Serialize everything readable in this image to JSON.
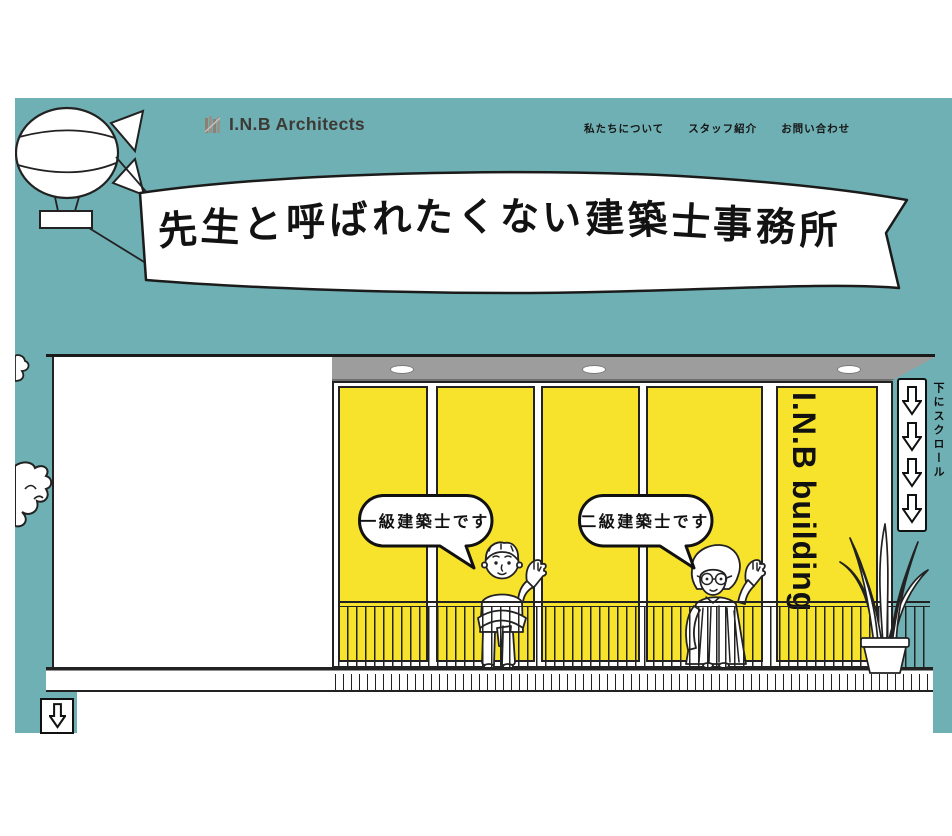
{
  "header": {
    "logo": "I.N.B Architects",
    "nav": [
      {
        "label": "私たちについて"
      },
      {
        "label": "スタッフ紹介"
      },
      {
        "label": "お問い合わせ"
      }
    ]
  },
  "banner": {
    "text": "先生と呼ばれたくない建築士事務所"
  },
  "building": {
    "sign": "I.N.B building",
    "bubble_left": "一級建築士です",
    "bubble_right": "二級建築士です"
  },
  "scroll": {
    "hint": "下にスクロール"
  },
  "icons": [
    "blimp",
    "cloud",
    "down-arrow",
    "plant",
    "man-waving",
    "woman-waving",
    "logo-mark"
  ],
  "colors": {
    "teal": "#6fb0b4",
    "yellow": "#f7e32c",
    "fascia": "#9d9d9d",
    "ink": "#1b1b1b"
  }
}
